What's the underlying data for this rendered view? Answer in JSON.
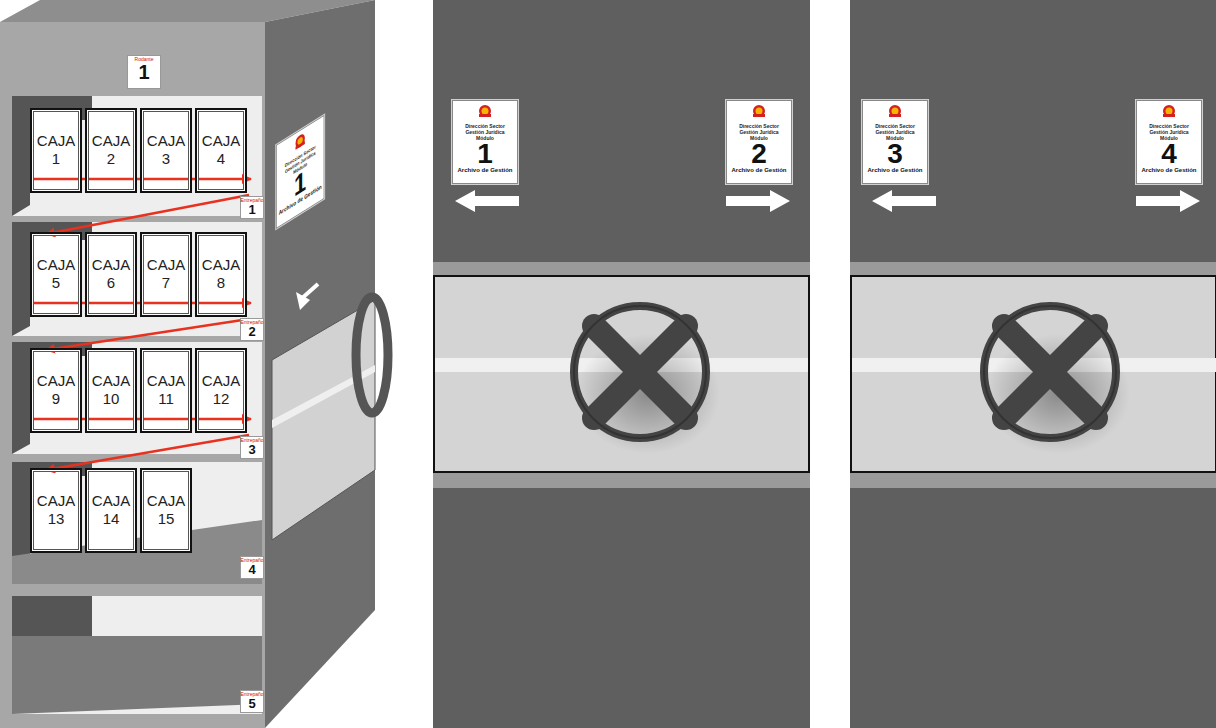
{
  "diagram": {
    "nodes": [
      {
        "text": [
          "Rodante",
          "1"
        ]
      },
      {
        "text": [
          "CAJA 1"
        ]
      },
      {
        "text": [
          "CAJA 2"
        ]
      },
      {
        "text": [
          "CAJA 3"
        ]
      },
      {
        "text": [
          "CAJA 4"
        ]
      },
      {
        "text": [
          "CAJA 5"
        ]
      },
      {
        "text": [
          "CAJA 6"
        ]
      },
      {
        "text": [
          "CAJA 7"
        ]
      },
      {
        "text": [
          "CAJA 8"
        ]
      },
      {
        "text": [
          "CAJA 9"
        ]
      },
      {
        "text": [
          "CAJA 10"
        ]
      },
      {
        "text": [
          "CAJA 11"
        ]
      },
      {
        "text": [
          "CAJA 12"
        ]
      },
      {
        "text": [
          "CAJA 13"
        ]
      },
      {
        "text": [
          "CAJA 14"
        ]
      },
      {
        "text": [
          "CAJA 15"
        ]
      },
      {
        "text": [
          "Entrepaño",
          "1"
        ]
      },
      {
        "text": [
          "Entrepaño",
          "2"
        ]
      },
      {
        "text": [
          "Entrepaño",
          "3"
        ]
      },
      {
        "text": [
          "Entrepaño",
          "4"
        ]
      },
      {
        "text": [
          "Entrepaño",
          "5"
        ]
      },
      {
        "text": [
          "Dirección Sector Gestión Jurídica",
          "Módulo",
          "1",
          "Archivo de Gestión"
        ]
      },
      {
        "text": [
          "Dirección Sector Gestión Jurídica",
          "Módulo",
          "1",
          "Archivo de Gestión"
        ]
      },
      {
        "text": [
          "Dirección Sector Gestión Jurídica",
          "Módulo",
          "2",
          "Archivo de Gestión"
        ]
      },
      {
        "text": [
          "Dirección Sector Gestión Jurídica",
          "Módulo",
          "3",
          "Archivo de Gestión"
        ]
      },
      {
        "text": [
          "Dirección Sector Gestión Jurídica",
          "Módulo",
          "4",
          "Archivo de Gestión"
        ]
      }
    ],
    "edges": [
      {
        "from": 1,
        "to": 4,
        "arrow": "to"
      },
      {
        "from": 4,
        "to": 5,
        "arrow": "to"
      },
      {
        "from": 5,
        "to": 8,
        "arrow": "to"
      },
      {
        "from": 8,
        "to": 9,
        "arrow": "to"
      },
      {
        "from": 9,
        "to": 12,
        "arrow": "to"
      },
      {
        "from": 12,
        "to": 13,
        "arrow": "to"
      }
    ]
  }
}
